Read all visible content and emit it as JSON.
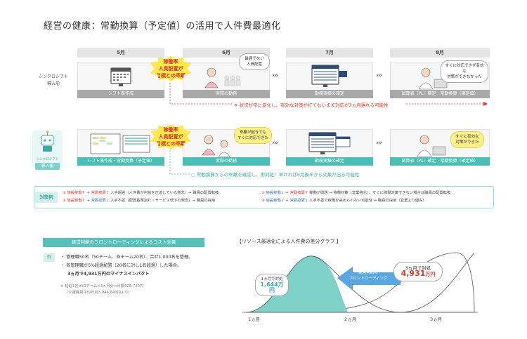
{
  "title": "経営の健康：常勤換算（予定値）の活用で人件費最適化",
  "months": [
    "5月",
    "6月",
    "7月",
    "8月"
  ],
  "row1": {
    "label_line1": "シンクロシフト",
    "label_line2": "導入前",
    "captions": [
      "シフト表作成",
      "実際の勤務",
      "勤務実績の確定",
      "試算表（PL）確定・常勤換算（確定値）"
    ],
    "burst": [
      "稼働率",
      "人員配置が",
      "目標との乖離"
    ],
    "bubble_6": [
      "最適でない",
      "人員配置"
    ],
    "bubble_8": [
      "すぐに対応できず有効な",
      "対策ができなかった"
    ],
    "warning": "状況が常に変化し、有効な対策が打てないまま対応が3ヵ月遅れる可能性"
  },
  "row2": {
    "logo_text": "シンクロシフト",
    "badge": "導入後",
    "captions": [
      "シフト表作成・常勤換算（予定値）",
      "実際の勤務",
      "勤務実績の確定",
      "試算表（PL）確定・常勤換算（確定値）"
    ],
    "burst": [
      "稼働率",
      "人員配置が",
      "目標との乖離"
    ],
    "bubble_6": [
      "乖離が起きても",
      "すぐに対応できた"
    ],
    "bubble_8": [
      "すぐに有効な",
      "対策ができた"
    ],
    "note": "常勤換算からの乖離を確認し、即対処！早ければ6月後半から効果が出る可能性"
  },
  "taisaku": {
    "label": "対策例",
    "l1a_num": "①",
    "l1a_k1": "施設稼働↑",
    "l1a_k2": "常勤換算↑",
    "l1a_rest": "人手超過（人件費が利益を圧迫している懸念）→ 職員の配置転換",
    "l2a_num": "②",
    "l2a_k1": "施設稼働↑",
    "l2a_k2": "常勤換算↓",
    "l2a_rest": "人手不足（配置基準割れ・サービス低下の懸念）→ 職員の採用",
    "l1b_num": "③",
    "l1b_k1": "施設稼働↓",
    "l1b_k2": "常勤換算↑",
    "l1b_rest": "稼働が問題 → 稼働対策（営業強化）、すぐに稼働対策できない場合は職員の配置転換",
    "l2b_num": "④",
    "l2b_k1": "施設稼働↓",
    "l2b_k2": "常勤換算↓",
    "l2b_rest": "人手不足で稼働を高められない可能性 → 職員の採用（営業より優先）"
  },
  "cost": {
    "heading": "経営判断のフロントローディングによるコスト効果",
    "rei": "例",
    "b1": "・ 管理職50名（50チーム、各チーム20名）、合計1,000名を管理。",
    "b2": "・ 各管理職が5%超過配置（20名に対し1名超過）した場合、",
    "b3": "3ヵ月で4,931万円のマイナスインパクト",
    "fine1": "※ 超過1名×50チーム×3ヵ月分×月額328,720円",
    "fine2": "（介護職員平均年収3,944,640円より）"
  },
  "graph": {
    "title": "【リソース最適化による人件費の差分グラフ 】",
    "left_line1": "1ヵ月で対処",
    "left_value": "1,644万円",
    "right_line1": "3ヵ月で対処",
    "right_value": "4,931",
    "right_unit": "万円",
    "arrow_line1": "経営判断の",
    "arrow_line2": "フロントローディング",
    "x_labels": [
      "1ヵ月",
      "2ヵ月",
      "3ヵ月"
    ],
    "colors": {
      "teal": "#7fd1c8",
      "arrow": "#5aa7df",
      "red": "#d8382c"
    }
  }
}
